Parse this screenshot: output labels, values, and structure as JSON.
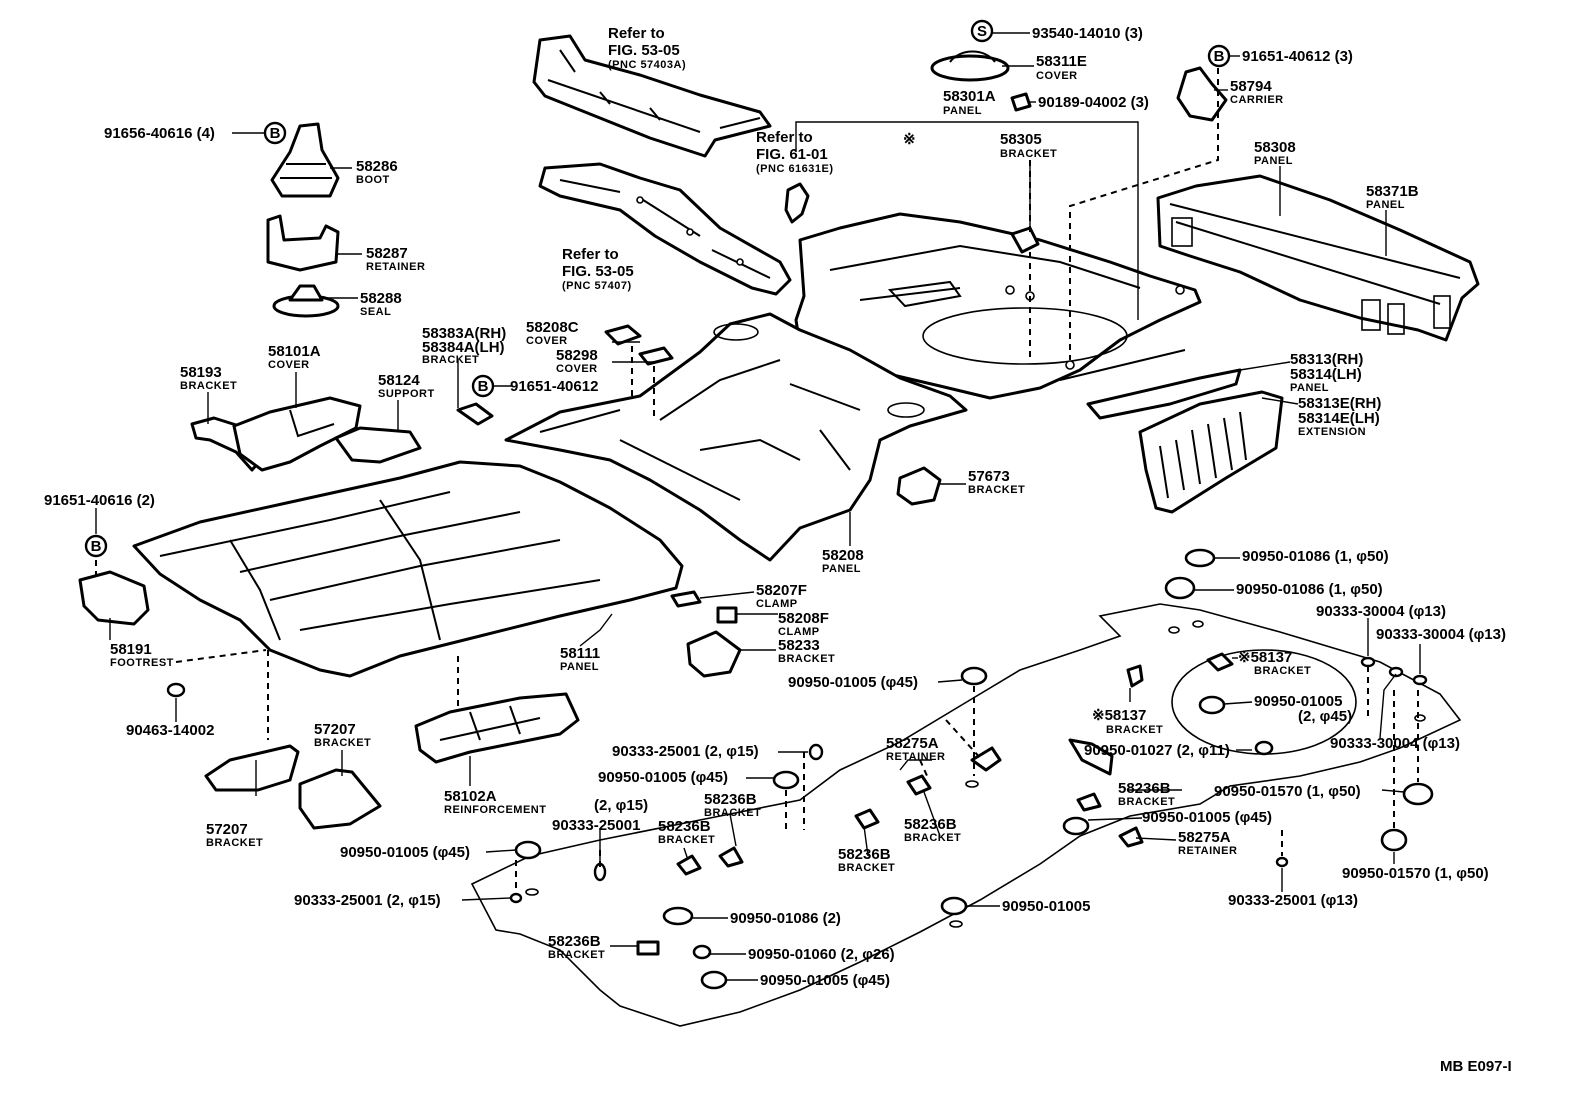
{
  "diagram_code": "MB E097-I",
  "badges": {
    "s": "S",
    "b": "B"
  },
  "refs": [
    {
      "line1": "Refer to",
      "line2": "FIG. 53-05",
      "pnc": "(PNC 57403A)"
    },
    {
      "line1": "Refer to",
      "line2": "FIG. 61-01",
      "pnc": "(PNC 61631E)"
    },
    {
      "line1": "Refer to",
      "line2": "FIG. 53-05",
      "pnc": "(PNC 57407)"
    }
  ],
  "asterisk": "※",
  "labels": [
    {
      "part": "93540-14010 (3)"
    },
    {
      "part": "58311E",
      "desc": "COVER"
    },
    {
      "part": "58301A",
      "desc": "PANEL"
    },
    {
      "part": "90189-04002 (3)"
    },
    {
      "part": "91651-40612 (3)"
    },
    {
      "part": "58794",
      "desc": "CARRIER"
    },
    {
      "part": "58305",
      "desc": "BRACKET"
    },
    {
      "part": "58308",
      "desc": "PANEL"
    },
    {
      "part": "58371B",
      "desc": "PANEL"
    },
    {
      "part": "91656-40616 (4)"
    },
    {
      "part": "58286",
      "desc": "BOOT"
    },
    {
      "part": "58287",
      "desc": "RETAINER"
    },
    {
      "part": "58288",
      "desc": "SEAL"
    },
    {
      "part": "58208C",
      "desc": "COVER"
    },
    {
      "part": "58298",
      "desc": "COVER"
    },
    {
      "part": "58383A(RH)"
    },
    {
      "part": "58384A(LH)",
      "desc": "BRACKET"
    },
    {
      "part": "91651-40612"
    },
    {
      "part": "58193",
      "desc": "BRACKET"
    },
    {
      "part": "58101A",
      "desc": "COVER"
    },
    {
      "part": "58124",
      "desc": "SUPPORT"
    },
    {
      "part": "58313(RH)"
    },
    {
      "part": "58314(LH)",
      "desc": "PANEL"
    },
    {
      "part": "58313E(RH)"
    },
    {
      "part": "58314E(LH)",
      "desc": "EXTENSION"
    },
    {
      "part": "57673",
      "desc": "BRACKET"
    },
    {
      "part": "91651-40616 (2)"
    },
    {
      "part": "58208",
      "desc": "PANEL"
    },
    {
      "part": "58207F",
      "desc": "CLAMP"
    },
    {
      "part": "58208F",
      "desc": "CLAMP"
    },
    {
      "part": "58233",
      "desc": "BRACKET"
    },
    {
      "part": "58111",
      "desc": "PANEL"
    },
    {
      "part": "58191",
      "desc": "FOOTREST"
    },
    {
      "part": "90463-14002"
    },
    {
      "part": "57207",
      "desc": "BRACKET"
    },
    {
      "part": "57207",
      "desc": "BRACKET"
    },
    {
      "part": "58102A",
      "desc": "REINFORCEMENT"
    },
    {
      "part": "90950-01086 (1, φ50)"
    },
    {
      "part": "90950-01086 (1, φ50)"
    },
    {
      "part": "90333-30004 (φ13)"
    },
    {
      "part": "90333-30004 (φ13)"
    },
    {
      "part": "※58137",
      "desc": "BRACKET"
    },
    {
      "part": "90950-01005 (φ45)"
    },
    {
      "part": "※58137",
      "desc": "BRACKET"
    },
    {
      "part": "90950-01005",
      "desc": "(2, φ45)"
    },
    {
      "part": "90333-30004 (φ13)"
    },
    {
      "part": "58275A",
      "desc": "RETAINER"
    },
    {
      "part": "90333-25001 (2, φ15)"
    },
    {
      "part": "90950-01027 (2, φ11)"
    },
    {
      "part": "90950-01005 (φ45)"
    },
    {
      "part": "58236B",
      "desc": "BRACKET"
    },
    {
      "part": "58236B",
      "desc": "BRACKET"
    },
    {
      "part": "58236B",
      "desc": "BRACKET"
    },
    {
      "part": "90950-01570 (1, φ50)"
    },
    {
      "part": "(2, φ15)"
    },
    {
      "part": "90333-25001"
    },
    {
      "part": "58236B",
      "desc": "BRACKET"
    },
    {
      "part": "90950-01005 (φ45)"
    },
    {
      "part": "58275A",
      "desc": "RETAINER"
    },
    {
      "part": "90950-01005 (φ45)"
    },
    {
      "part": "58236B",
      "desc": "BRACKET"
    },
    {
      "part": "90950-01570 (1, φ50)"
    },
    {
      "part": "90333-25001 (2, φ15)"
    },
    {
      "part": "90950-01086 (2)"
    },
    {
      "part": "90950-01005"
    },
    {
      "part": "90333-25001 (φ13)"
    },
    {
      "part": "58236B",
      "desc": "BRACKET"
    },
    {
      "part": "90950-01060 (2, φ26)"
    },
    {
      "part": "90950-01005 (φ45)"
    }
  ]
}
